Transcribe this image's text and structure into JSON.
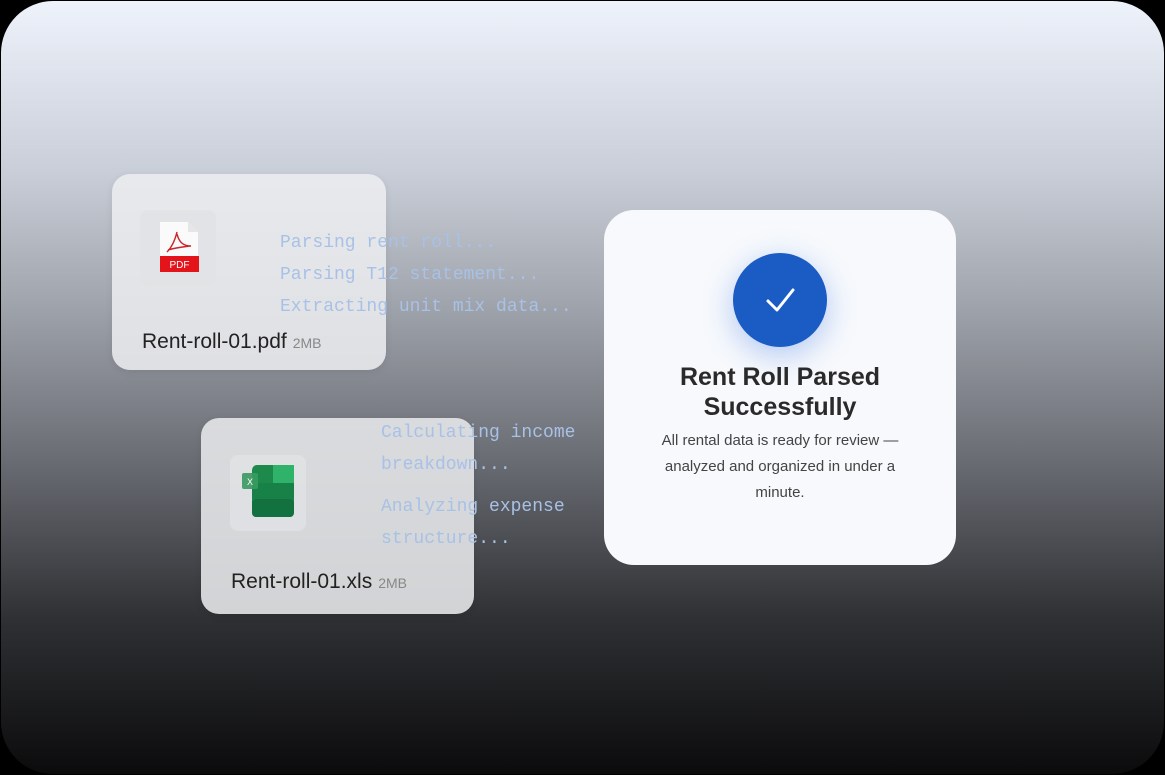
{
  "files": [
    {
      "name": "Rent-roll-01.pdf",
      "size": "2MB",
      "icon": "pdf-icon",
      "badge": "PDF"
    },
    {
      "name": "Rent-roll-01.xls",
      "size": "2MB",
      "icon": "excel-icon",
      "badge": "X"
    }
  ],
  "log_lines": [
    "Parsing rent roll...",
    "Parsing T12 statement...",
    "Extracting unit mix data...",
    "Calculating income",
    "breakdown...",
    "Analyzing expense",
    "structure..."
  ],
  "success": {
    "title": "Rent Roll Parsed Successfully",
    "description": "All rental data is ready for review —analyzed and organized in under a minute.",
    "icon": "check-icon"
  },
  "colors": {
    "accent": "#1b5cc4",
    "pdf_red": "#e3151a",
    "excel_green": "#1d8a4b",
    "log_text": "#a8c1e6"
  }
}
